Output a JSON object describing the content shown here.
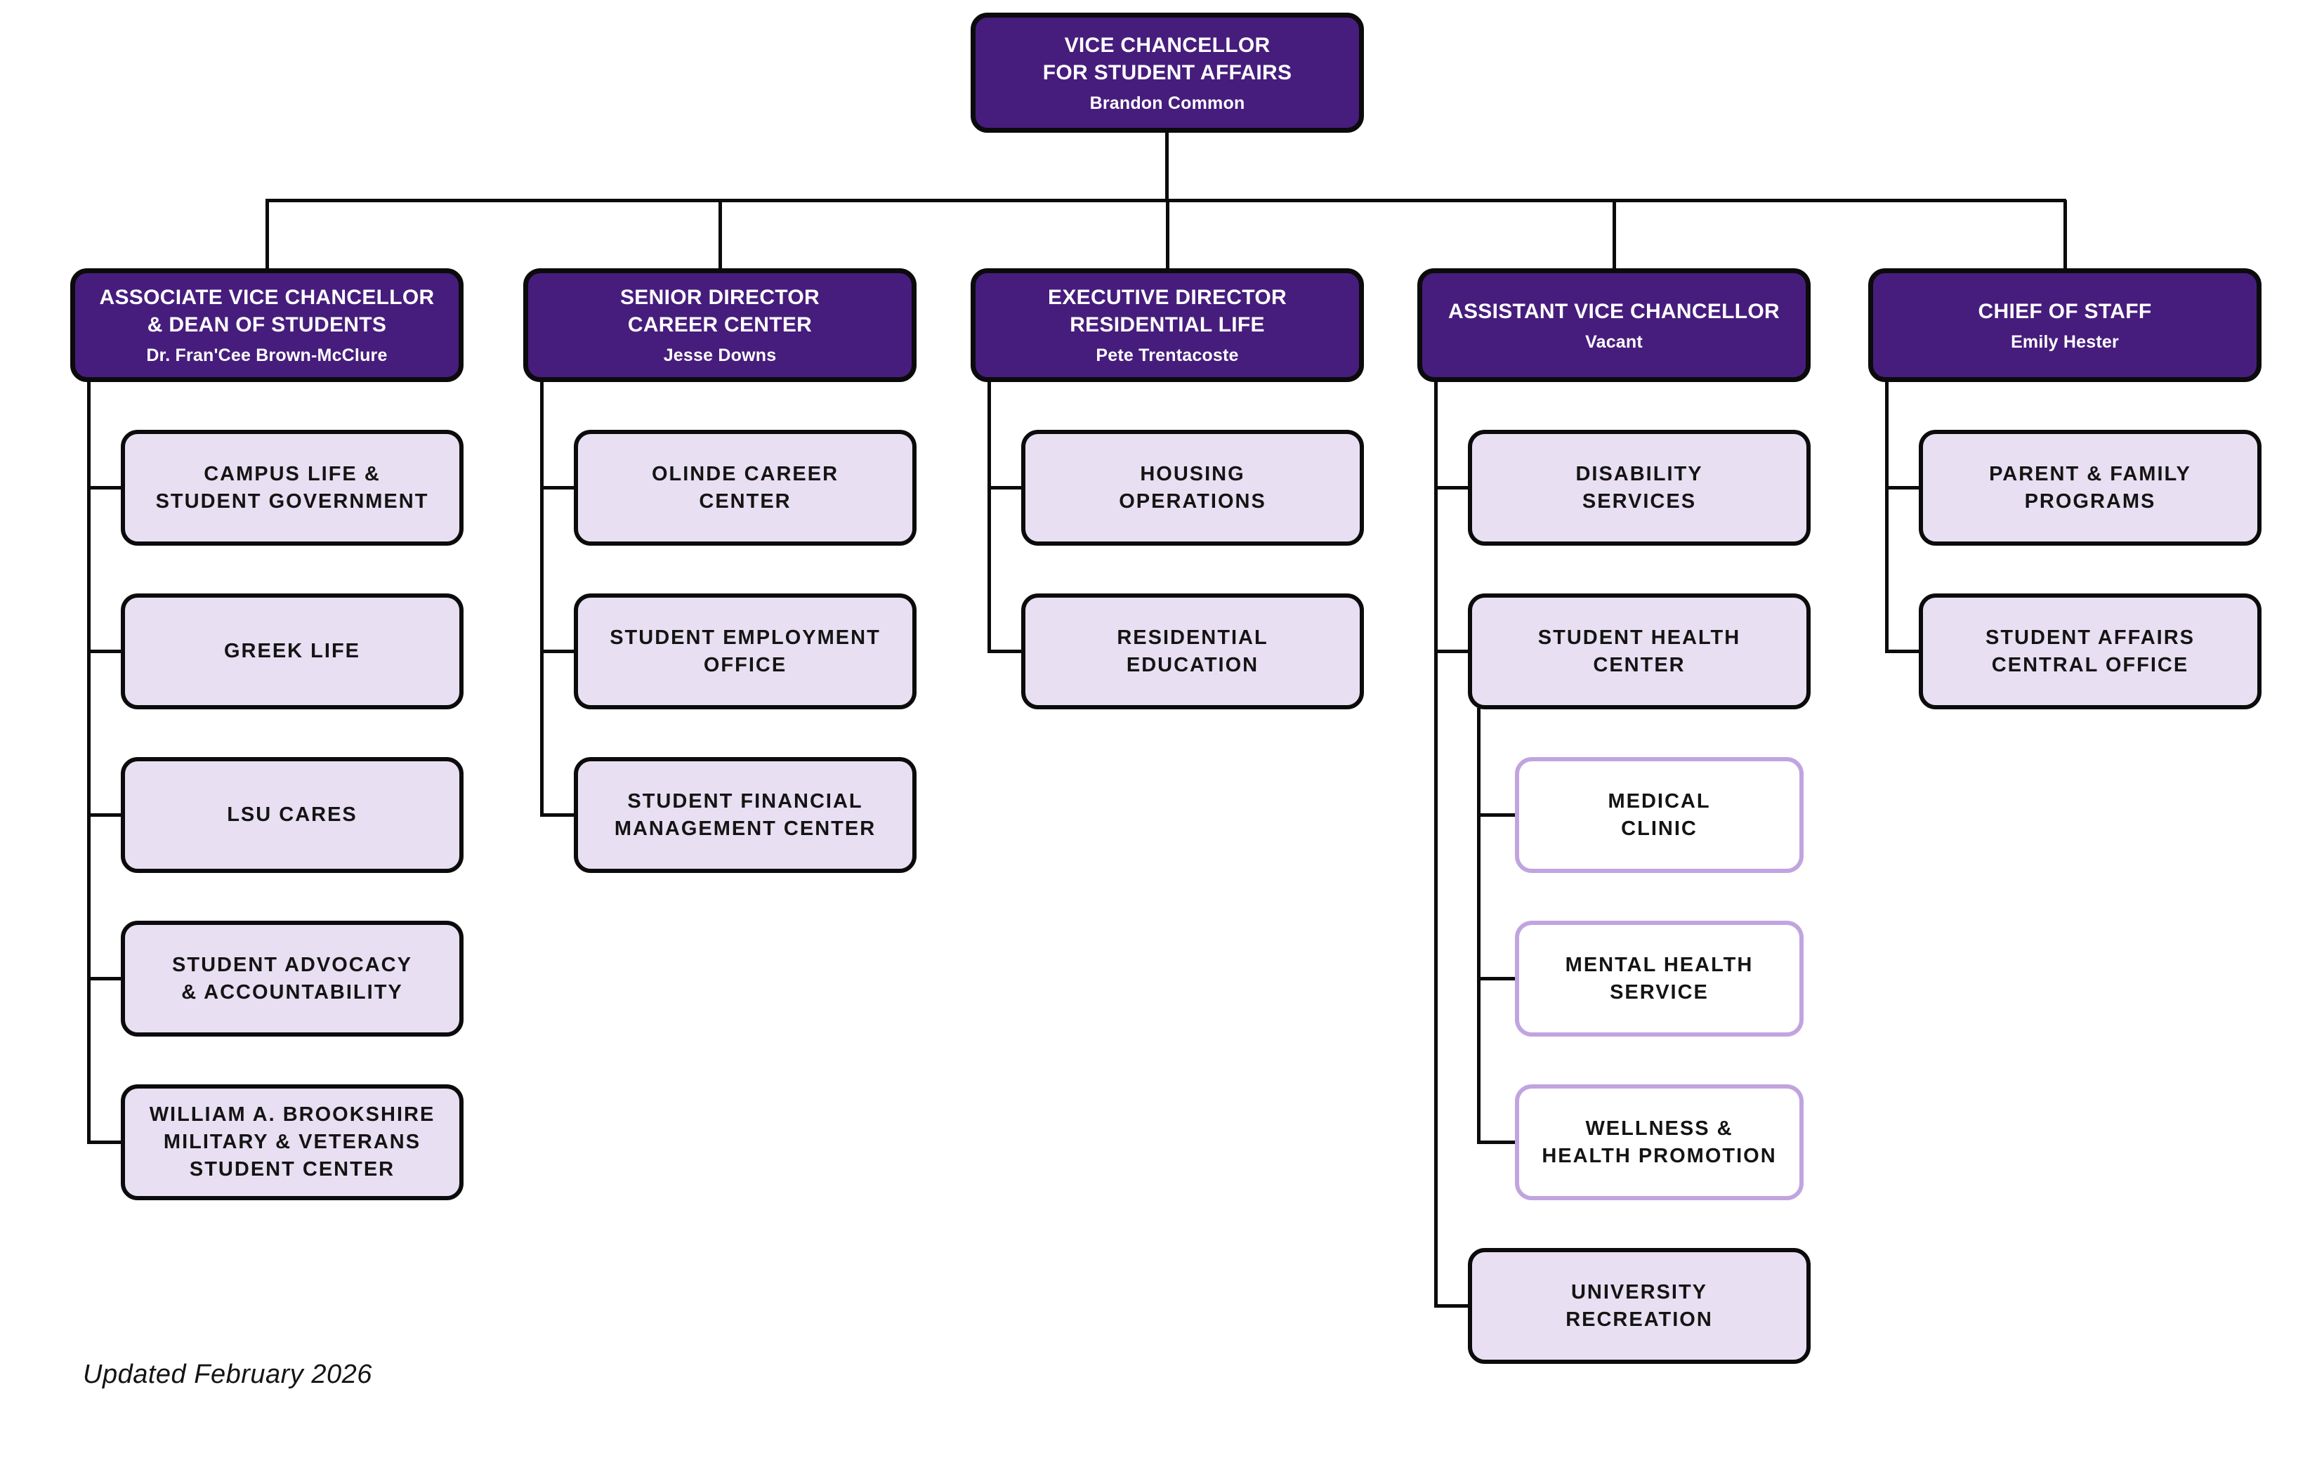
{
  "chart": {
    "root": {
      "title": "VICE CHANCELLOR\nFOR STUDENT AFFAIRS",
      "name": "Brandon Common"
    },
    "branches": [
      {
        "title": "ASSOCIATE VICE CHANCELLOR\n& DEAN OF STUDENTS",
        "name": "Dr. Fran'Cee Brown-McClure",
        "children": [
          {
            "label": "CAMPUS LIFE &\nSTUDENT GOVERNMENT"
          },
          {
            "label": "GREEK LIFE"
          },
          {
            "label": "LSU CARES"
          },
          {
            "label": "STUDENT ADVOCACY\n& ACCOUNTABILITY"
          },
          {
            "label": "WILLIAM A. BROOKSHIRE\nMILITARY & VETERANS\nSTUDENT CENTER"
          }
        ]
      },
      {
        "title": "SENIOR DIRECTOR\nCAREER CENTER",
        "name": "Jesse Downs",
        "children": [
          {
            "label": "OLINDE CAREER\nCENTER"
          },
          {
            "label": "STUDENT EMPLOYMENT\nOFFICE"
          },
          {
            "label": "STUDENT FINANCIAL\nMANAGEMENT CENTER"
          }
        ]
      },
      {
        "title": "EXECUTIVE DIRECTOR\nRESIDENTIAL LIFE",
        "name": "Pete Trentacoste",
        "children": [
          {
            "label": "HOUSING\nOPERATIONS"
          },
          {
            "label": "RESIDENTIAL\nEDUCATION"
          }
        ]
      },
      {
        "title": "ASSISTANT VICE CHANCELLOR",
        "name": "Vacant",
        "children": [
          {
            "label": "DISABILITY\nSERVICES"
          },
          {
            "label": "STUDENT HEALTH\nCENTER",
            "children": [
              {
                "label": "MEDICAL\nCLINIC"
              },
              {
                "label": "MENTAL HEALTH\nSERVICE"
              },
              {
                "label": "WELLNESS &\nHEALTH PROMOTION"
              }
            ]
          },
          {
            "label": "UNIVERSITY\nRECREATION"
          }
        ]
      },
      {
        "title": "CHIEF OF STAFF",
        "name": "Emily Hester",
        "children": [
          {
            "label": "PARENT & FAMILY\nPROGRAMS"
          },
          {
            "label": "STUDENT AFFAIRS\nCENTRAL OFFICE"
          }
        ]
      }
    ],
    "footer": {
      "updated_label": "Updated February 2026"
    },
    "colors": {
      "primary_purple": "#461D7C",
      "light_lavender": "#E8DFF2",
      "nested_border": "#C1A4DF",
      "line_black": "#0B0B0B"
    }
  }
}
